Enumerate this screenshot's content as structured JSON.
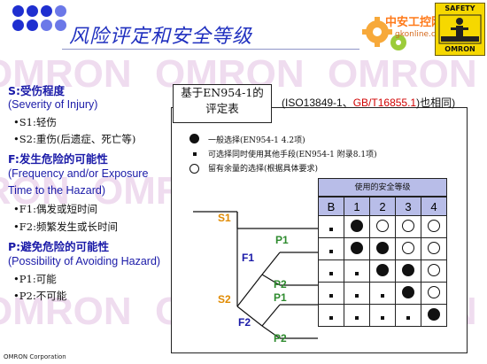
{
  "brand_watermark": "OMRON",
  "header": {
    "title": "风险评定和安全等级",
    "logo_cn_text": "中安工控网",
    "logo_cn_url": "gkonline.com",
    "safety_top": "SAFETY",
    "safety_bottom": "OMRON"
  },
  "left": {
    "s_head": "S:受伤程度",
    "s_eng": "(Severity of Injury)",
    "s1": "•S1:轻伤",
    "s2": "•S2:重伤(后遗症、死亡等)",
    "f_head": "F:发生危险的可能性",
    "f_eng1": "(Frequency and/or Exposure",
    "f_eng2": "Time to the Hazard)",
    "f1": "•F1:偶发或短时间",
    "f2": "•F2:频繁发生或长时间",
    "p_head": "P:避免危险的可能性",
    "p_eng": "(Possibility of Avoiding Hazard)",
    "p1": "•P1:可能",
    "p2": "•P2:不可能"
  },
  "callout": {
    "line1": "基于EN954-1的",
    "line2": "评定表"
  },
  "iso_note": {
    "pre": "(ISO13849-1、",
    "red": "GB/T16855.1",
    "post": ")也相同)"
  },
  "legend": [
    {
      "symbol": "filled",
      "text": "一般选择(EN954-1  4.2项)"
    },
    {
      "symbol": "dot",
      "text": "可选择同时使用其他手段(EN954-1  附录8.1项)"
    },
    {
      "symbol": "open",
      "text": "留有余量的选择(根据具体要求)"
    }
  ],
  "tree": {
    "s1": "S1",
    "s2": "S2",
    "f1": "F1",
    "f2": "F2",
    "p1_a": "P1",
    "p2_a": "P2",
    "p1_b": "P1",
    "p2_b": "P2"
  },
  "table": {
    "title": "使用的安全等级",
    "columns": [
      "B",
      "1",
      "2",
      "3",
      "4"
    ],
    "rows": [
      [
        "dot",
        "filled",
        "open",
        "open",
        "open"
      ],
      [
        "dot",
        "filled",
        "filled",
        "open",
        "open"
      ],
      [
        "dot",
        "dot",
        "filled",
        "filled",
        "open"
      ],
      [
        "dot",
        "dot",
        "dot",
        "filled",
        "open"
      ],
      [
        "dot",
        "dot",
        "dot",
        "dot",
        "filled"
      ]
    ]
  },
  "footer": "OMRON Corporation",
  "colors": {
    "title_blue": "#1f2fbf",
    "heading_orange": "#e08a00",
    "table_header": "#b8bde8",
    "iso_red": "#d10000"
  }
}
